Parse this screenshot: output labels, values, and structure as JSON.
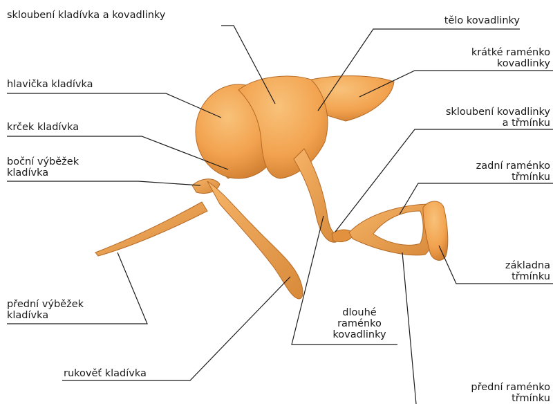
{
  "colors": {
    "bone_base": "#f2a24e",
    "bone_light": "#f8c27a",
    "bone_shadow": "#c9782c",
    "bone_outline": "#b56a26",
    "leader": "#1a1a1a"
  },
  "labels": {
    "malleus_incus_joint": "skloubení kladívka a kovadlinky",
    "incus_body": "tělo kovadlinky",
    "incus_short_process": [
      "krátké raménko",
      "kovadlinky"
    ],
    "malleus_head": "hlavička kladívka",
    "incus_stapes_joint": [
      "skloubení kovadlinky",
      "a třmínku"
    ],
    "malleus_neck": "krček kladívka",
    "malleus_lateral_process": [
      "boční výběžek",
      "kladívka"
    ],
    "stapes_posterior_crus": [
      "zadní raménko",
      "třmínku"
    ],
    "stapes_base": [
      "základna",
      "třmínku"
    ],
    "malleus_anterior_process": [
      "přední výběžek",
      "kladívka"
    ],
    "incus_long_process": [
      "dlouhé",
      "raménko",
      "kovadlinky"
    ],
    "malleus_handle": "rukověť kladívka",
    "stapes_anterior_crus": [
      "přední raménko",
      "třmínku"
    ]
  }
}
